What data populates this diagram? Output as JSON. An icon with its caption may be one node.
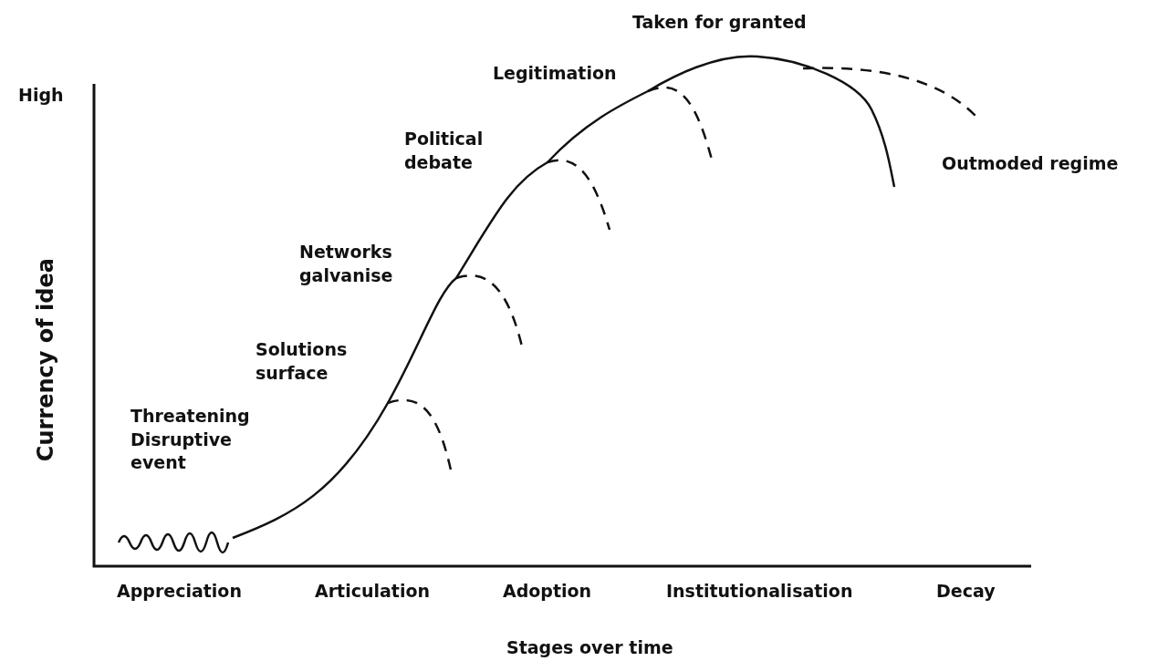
{
  "diagram": {
    "labels": [
      "Taken for granted",
      "High",
      "Legitimation",
      "Political debate",
      "Outmoded regime",
      "Currency of idea",
      "Networks galvanise",
      "Solutions surface",
      "Threatening Disruptive event",
      "Appreciation",
      "Articulation",
      "Adoption",
      "Institutionalisation",
      "Decay",
      "Stages over time"
    ]
  }
}
